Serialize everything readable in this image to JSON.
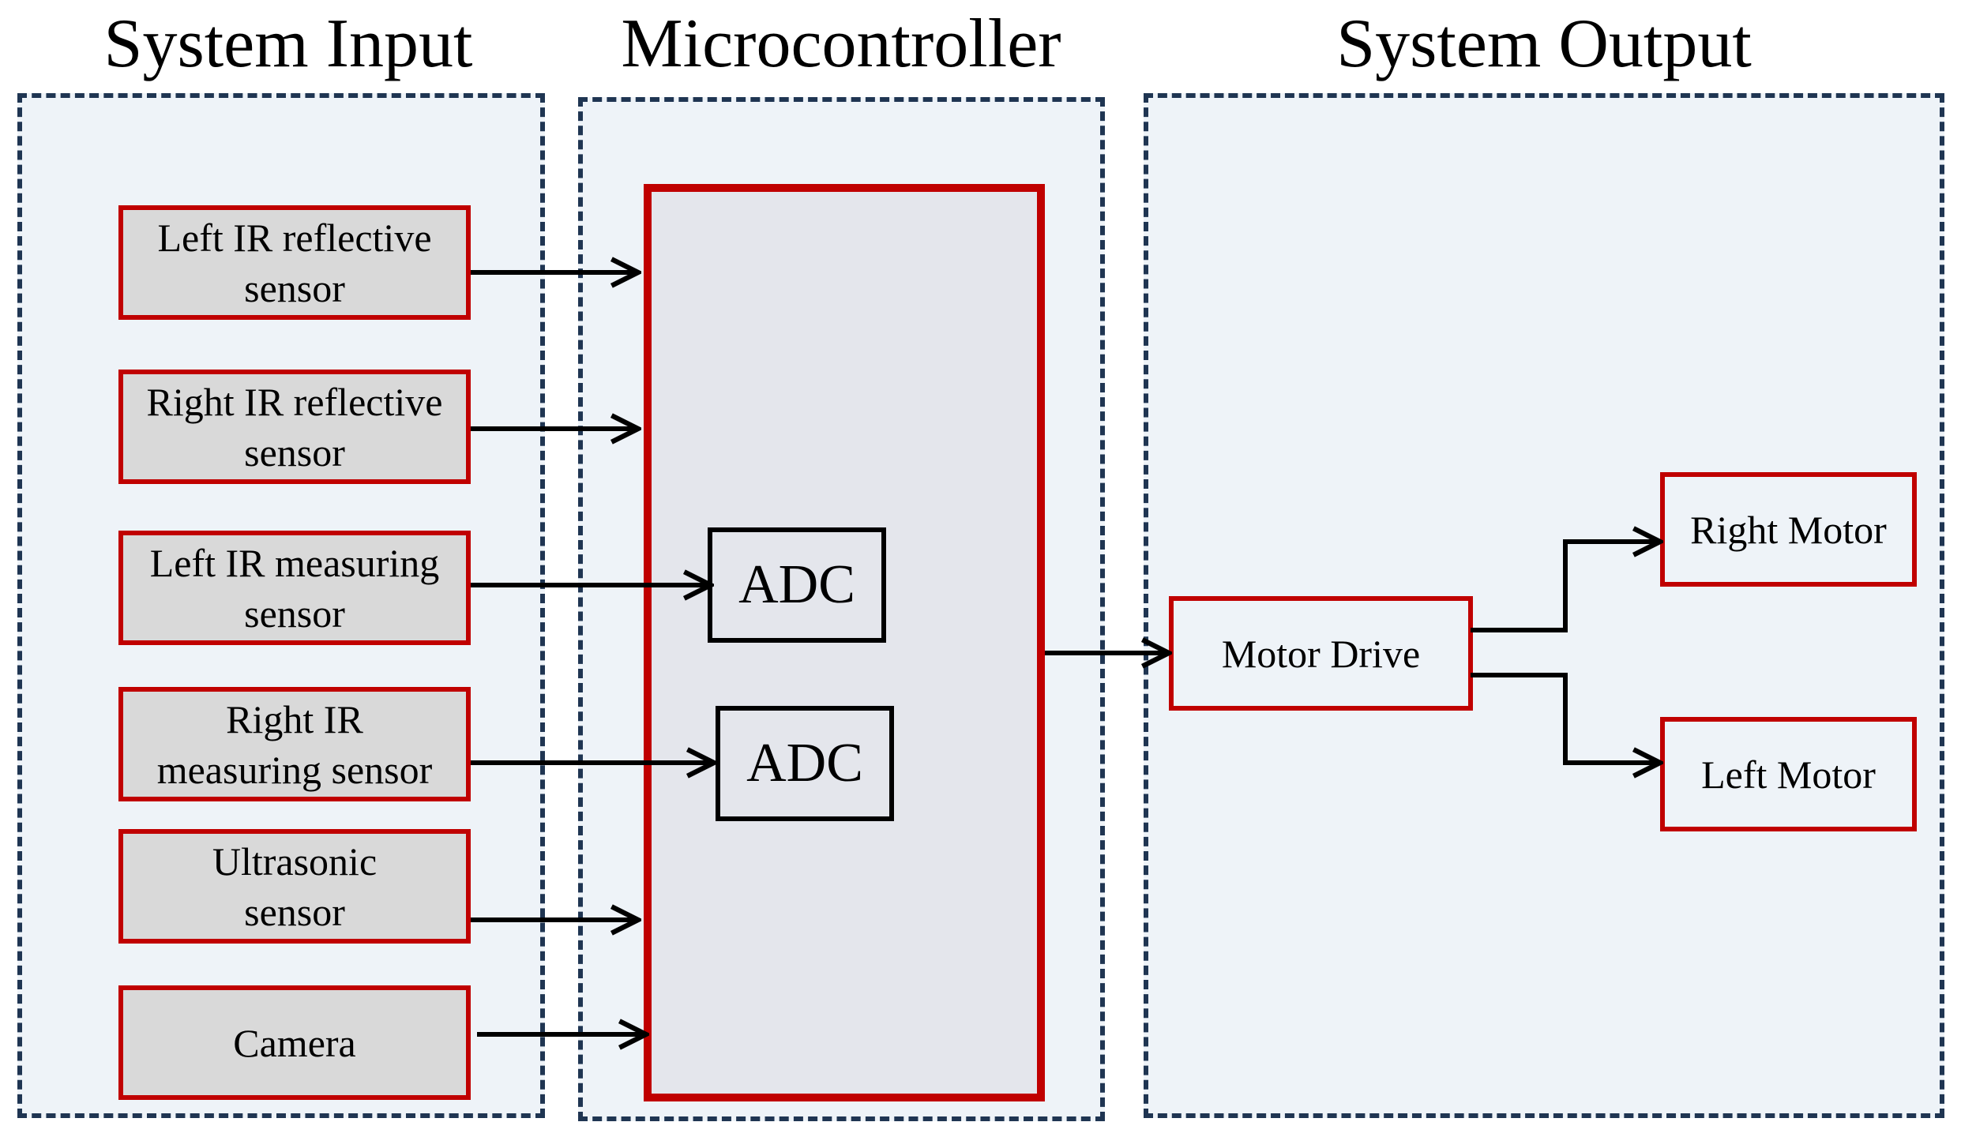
{
  "titles": {
    "input": "System Input",
    "controller": "Microcontroller",
    "output": "System Output"
  },
  "sensors": [
    {
      "label": "Left IR reflective\nsensor"
    },
    {
      "label": "Right  IR reflective\nsensor"
    },
    {
      "label": "Left IR measuring\nsensor"
    },
    {
      "label": "Right IR\nmeasuring sensor"
    },
    {
      "label": "Ultrasonic\nsensor"
    },
    {
      "label": "Camera"
    }
  ],
  "adc": [
    {
      "label": "ADC"
    },
    {
      "label": "ADC"
    }
  ],
  "outputs": {
    "motor_drive": "Motor Drive",
    "right_motor": "Right Motor",
    "left_motor": "Left Motor"
  },
  "colors": {
    "box_border": "#c00000",
    "panel_border": "#1f3552",
    "panel_fill": "#eef3f8",
    "sensor_fill": "#d9d9d9"
  }
}
